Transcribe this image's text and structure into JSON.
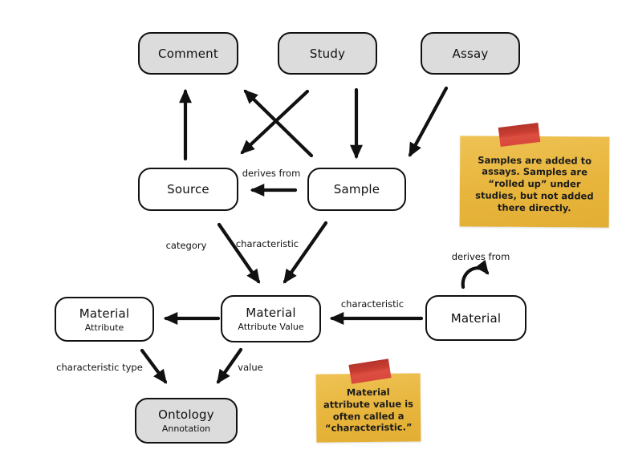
{
  "diagram": {
    "nodes": {
      "comment": {
        "label": "Comment"
      },
      "study": {
        "label": "Study"
      },
      "assay": {
        "label": "Assay"
      },
      "source": {
        "label": "Source"
      },
      "sample": {
        "label": "Sample"
      },
      "material_attribute": {
        "title": "Material",
        "subtitle": "Attribute"
      },
      "material_attribute_value": {
        "title": "Material",
        "subtitle": "Attribute Value"
      },
      "material": {
        "label": "Material"
      },
      "ontology_annotation": {
        "title": "Ontology",
        "subtitle": "Annotation"
      }
    },
    "edge_labels": {
      "sample_derives_from": "derives from",
      "characteristic_center": "characteristic",
      "category": "category",
      "material_characteristic": "characteristic",
      "material_derives_from": "derives from",
      "characteristic_type": "characteristic type",
      "value": "value"
    },
    "notes": [
      {
        "text": "Samples are added to assays. Samples are “rolled up” under studies, but not added there directly."
      },
      {
        "text": "Material attribute value is often called a “characteristic.”"
      }
    ],
    "colors": {
      "node_grey_fill": "#dcdcdc",
      "node_white_fill": "#ffffff",
      "stroke": "#111111",
      "sticky_yellow": "#e8b53c",
      "tape_red": "#d8473c"
    }
  }
}
